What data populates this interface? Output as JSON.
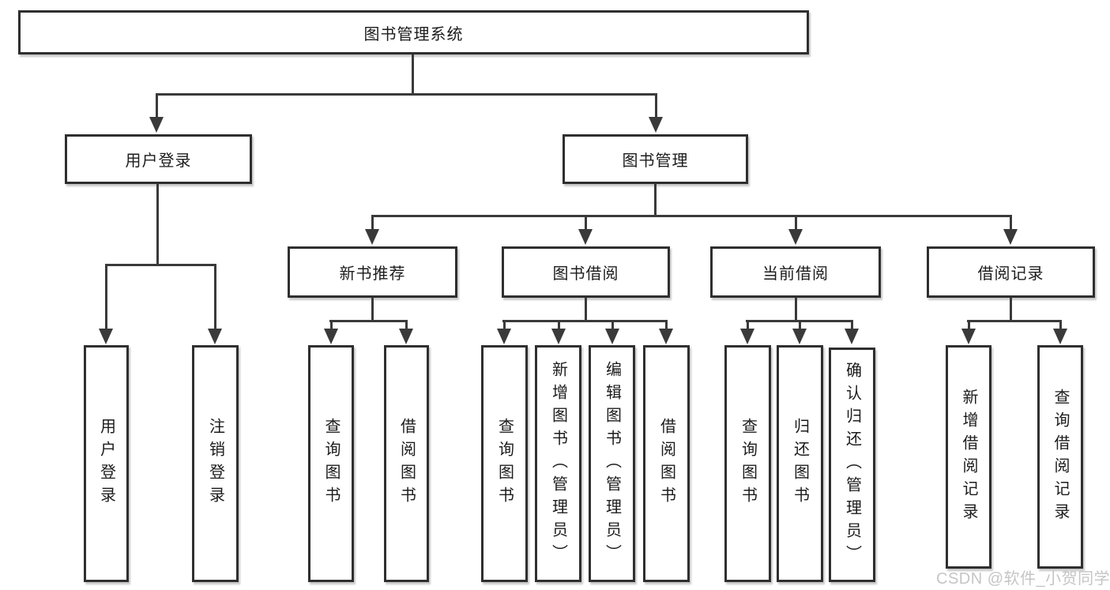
{
  "diagram": {
    "root": {
      "label": "图书管理系统"
    },
    "level2": [
      {
        "label": "用户登录"
      },
      {
        "label": "图书管理"
      }
    ],
    "level3": [
      {
        "label": "新书推荐"
      },
      {
        "label": "图书借阅"
      },
      {
        "label": "当前借阅"
      },
      {
        "label": "借阅记录"
      }
    ],
    "leaves": {
      "user_login": [
        "用户登录",
        "注销登录"
      ],
      "new_books": [
        "查询图书",
        "借阅图书"
      ],
      "book_borrowing": [
        "查询图书",
        "新增图书（管理员）",
        "编辑图书（管理员）",
        "借阅图书"
      ],
      "current_borrowing": [
        "查询图书",
        "归还图书",
        "确认归还（管理员）"
      ],
      "borrowing_records": [
        "新增借阅记录",
        "查询借阅记录"
      ]
    }
  },
  "watermark": {
    "text": "CSDN @软件_小贺同学",
    "color": "#c5c5c5"
  },
  "colors": {
    "line": "#3a3a3a",
    "border": "#2f2f2f",
    "text": "#1c1c1c",
    "background": "#ffffff"
  }
}
